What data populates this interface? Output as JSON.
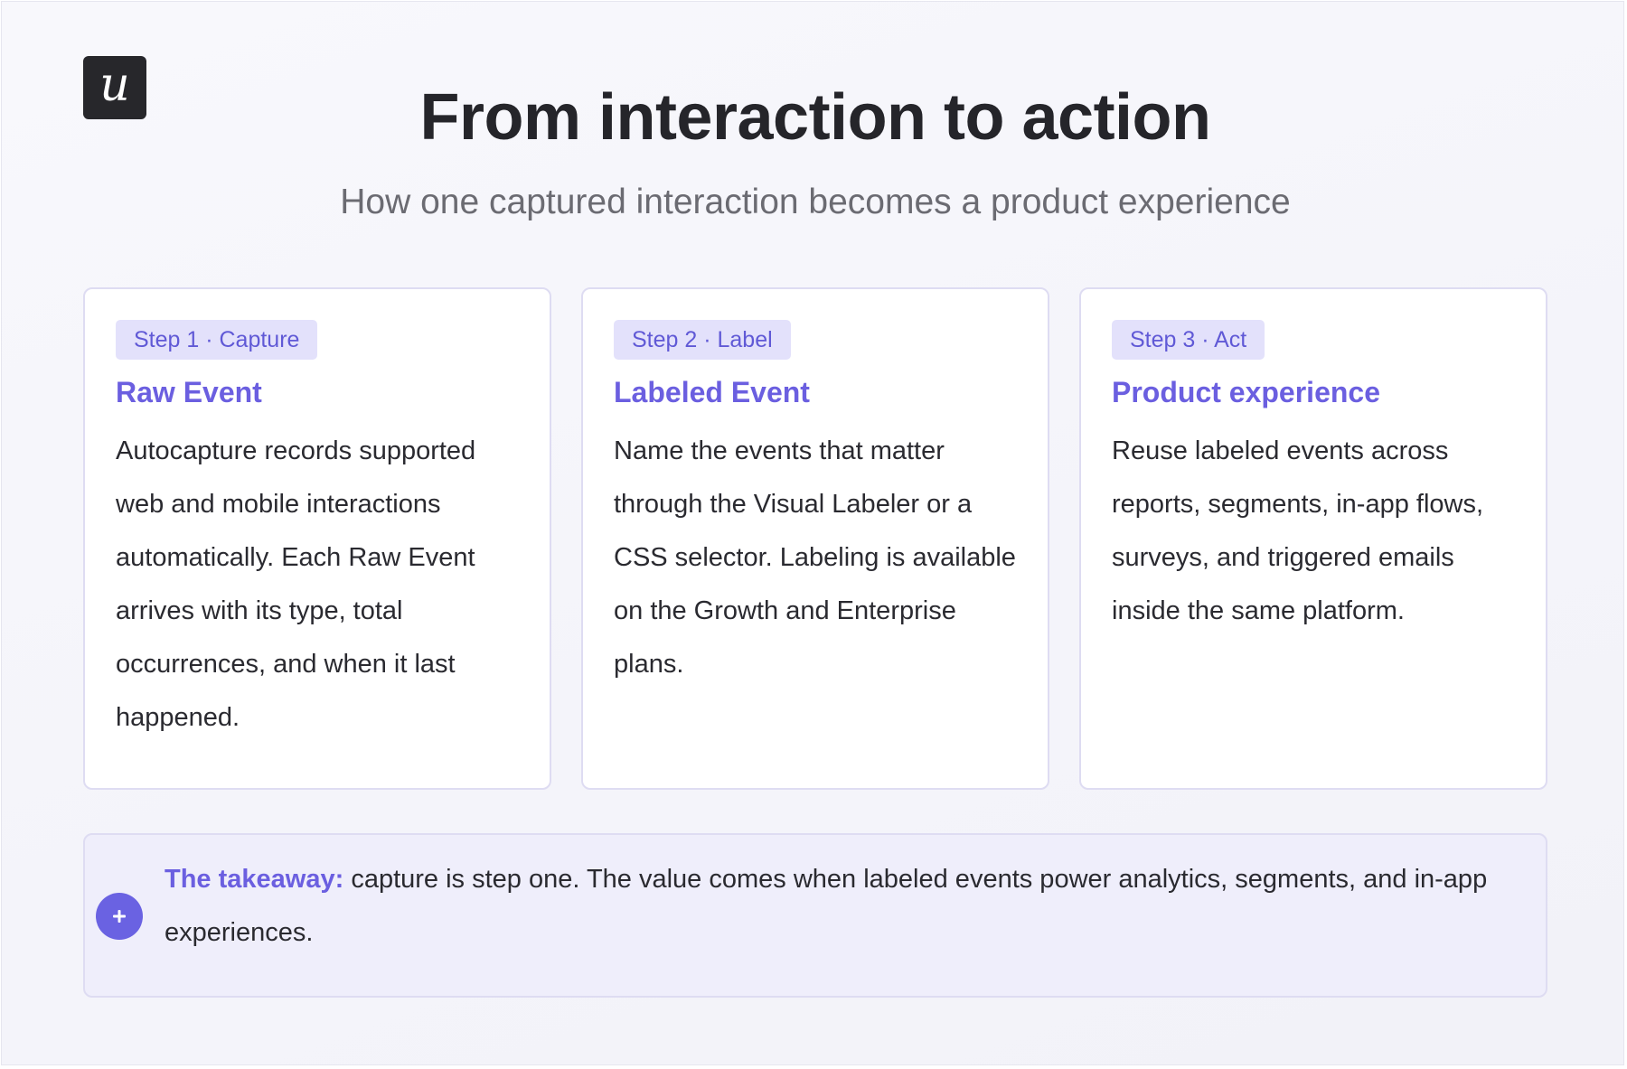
{
  "brand": {
    "logo_letter": "u"
  },
  "header": {
    "title": "From interaction to action",
    "subtitle": "How one captured interaction becomes a product experience"
  },
  "steps": [
    {
      "tag": "Step 1 · Capture",
      "title": "Raw Event",
      "body": "Autocapture records supported web and mobile interactions automatically. Each Raw Event arrives with its type, total occurrences, and when it last happened."
    },
    {
      "tag": "Step 2 · Label",
      "title": "Labeled Event",
      "body": "Name the events that matter through the Visual Labeler or a CSS selector. Labeling is available on the Growth and Enterprise plans."
    },
    {
      "tag": "Step 3 · Act",
      "title": "Product experience",
      "body": "Reuse labeled events across reports, segments, in-app flows, surveys, and triggered emails inside the same platform."
    }
  ],
  "takeaway": {
    "lead": "The takeaway:",
    "text": " capture is step one. The value comes when labeled events power analytics, segments, and in-app experiences.",
    "icon": "plus-icon"
  },
  "colors": {
    "accent": "#6b5fe0",
    "pill_bg": "#e3e1fb",
    "takeaway_bg": "#efeefb",
    "logo_bg": "#27272b"
  }
}
